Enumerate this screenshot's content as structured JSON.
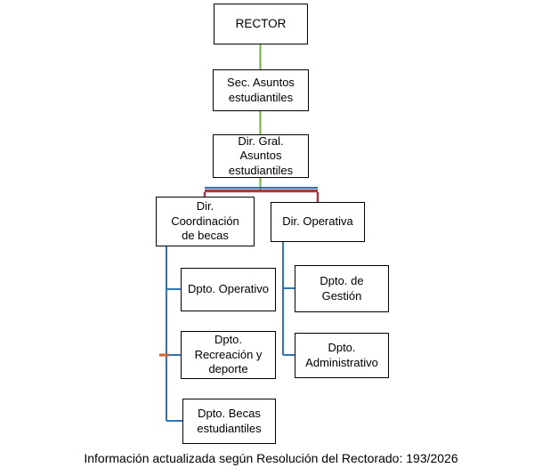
{
  "nodes": {
    "rector": {
      "label": "RECTOR"
    },
    "sec_asuntos": {
      "label": "Sec. Asuntos estudiantiles"
    },
    "dir_gral": {
      "label": "Dir. Gral. Asuntos estudiantiles"
    },
    "dir_coordinacion_becas": {
      "label": "Dir. Coordinación de becas"
    },
    "dir_operativa": {
      "label": "Dir. Operativa"
    },
    "dpto_operativo": {
      "label": "Dpto. Operativo"
    },
    "dpto_gestion": {
      "label": "Dpto. de Gestión"
    },
    "dpto_recreacion": {
      "label": "Dpto. Recreación y deporte"
    },
    "dpto_administrativo": {
      "label": "Dpto. Administrativo"
    },
    "dpto_becas": {
      "label": "Dpto. Becas estudiantiles"
    }
  },
  "footer": {
    "text": "Información actualizada según Resolución del Rectorado: 193/2026"
  },
  "colors": {
    "green": "#70ad47",
    "blue": "#2e75b6",
    "maroon": "#9e3a4a",
    "orange_red": "#d2622f",
    "box_border": "#000000",
    "box_bg": "#ffffff"
  }
}
